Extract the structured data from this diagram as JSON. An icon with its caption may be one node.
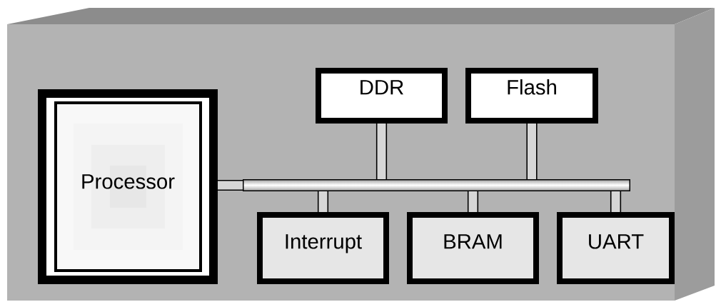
{
  "diagram": {
    "nodes": [
      {
        "text": [
          "DDR"
        ]
      },
      {
        "text": [
          "Flash"
        ]
      },
      {
        "text": [
          "Processor"
        ]
      },
      {
        "text": [],
        "shape": "bar"
      },
      {
        "text": [
          "Interrupt"
        ]
      },
      {
        "text": [
          "BRAM"
        ]
      },
      {
        "text": [
          "UART"
        ]
      }
    ],
    "edges": [
      {
        "from": 2,
        "to": 3,
        "arrow": "none"
      },
      {
        "from": 3,
        "to": 0,
        "arrow": "none"
      },
      {
        "from": 3,
        "to": 1,
        "arrow": "none"
      },
      {
        "from": 3,
        "to": 4,
        "arrow": "none"
      },
      {
        "from": 3,
        "to": 5,
        "arrow": "none"
      },
      {
        "from": 3,
        "to": 6,
        "arrow": "none"
      }
    ]
  }
}
